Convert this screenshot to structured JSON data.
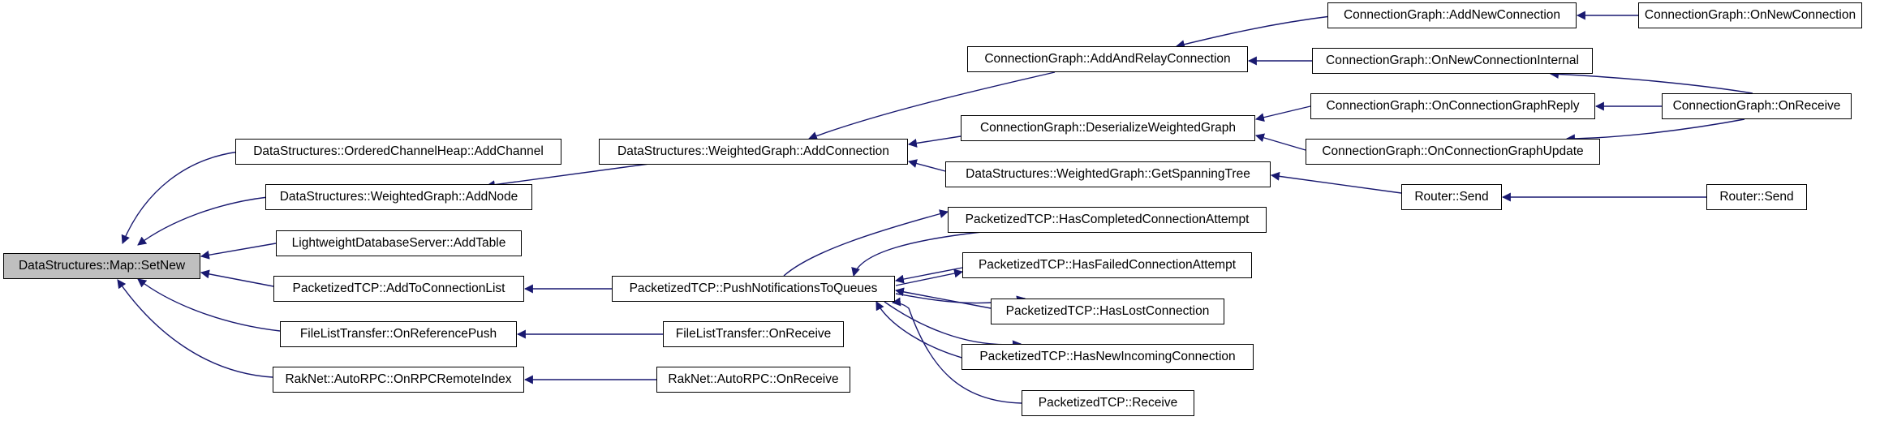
{
  "colors": {
    "edge": "#191970",
    "root_fill": "#bfbfbf",
    "node_fill": "#ffffff",
    "node_border": "#000000"
  },
  "nodes": {
    "setnew": "DataStructures::Map::SetNew",
    "add_channel": "DataStructures::OrderedChannelHeap::AddChannel",
    "add_node": "DataStructures::WeightedGraph::AddNode",
    "add_table": "LightweightDatabaseServer::AddTable",
    "add_to_connection_list": "PacketizedTCP::AddToConnectionList",
    "on_reference_push": "FileListTransfer::OnReferencePush",
    "on_rpc_remote_index": "RakNet::AutoRPC::OnRPCRemoteIndex",
    "wg_add_connection": "DataStructures::WeightedGraph::AddConnection",
    "push_notifications": "PacketizedTCP::PushNotificationsToQueues",
    "flt_on_receive": "FileListTransfer::OnReceive",
    "autorpc_on_receive": "RakNet::AutoRPC::OnReceive",
    "add_and_relay": "ConnectionGraph::AddAndRelayConnection",
    "deserialize_wg": "ConnectionGraph::DeserializeWeightedGraph",
    "get_spanning_tree": "DataStructures::WeightedGraph::GetSpanningTree",
    "has_completed": "PacketizedTCP::HasCompletedConnectionAttempt",
    "has_failed": "PacketizedTCP::HasFailedConnectionAttempt",
    "has_lost": "PacketizedTCP::HasLostConnection",
    "has_new_incoming": "PacketizedTCP::HasNewIncomingConnection",
    "ptcp_receive": "PacketizedTCP::Receive",
    "cg_add_new_connection": "ConnectionGraph::AddNewConnection",
    "on_new_connection_internal": "ConnectionGraph::OnNewConnectionInternal",
    "on_cg_reply": "ConnectionGraph::OnConnectionGraphReply",
    "on_cg_update": "ConnectionGraph::OnConnectionGraphUpdate",
    "router_send_a": "Router::Send",
    "cg_on_new_connection": "ConnectionGraph::OnNewConnection",
    "cg_on_receive": "ConnectionGraph::OnReceive",
    "router_send_b": "Router::Send"
  }
}
